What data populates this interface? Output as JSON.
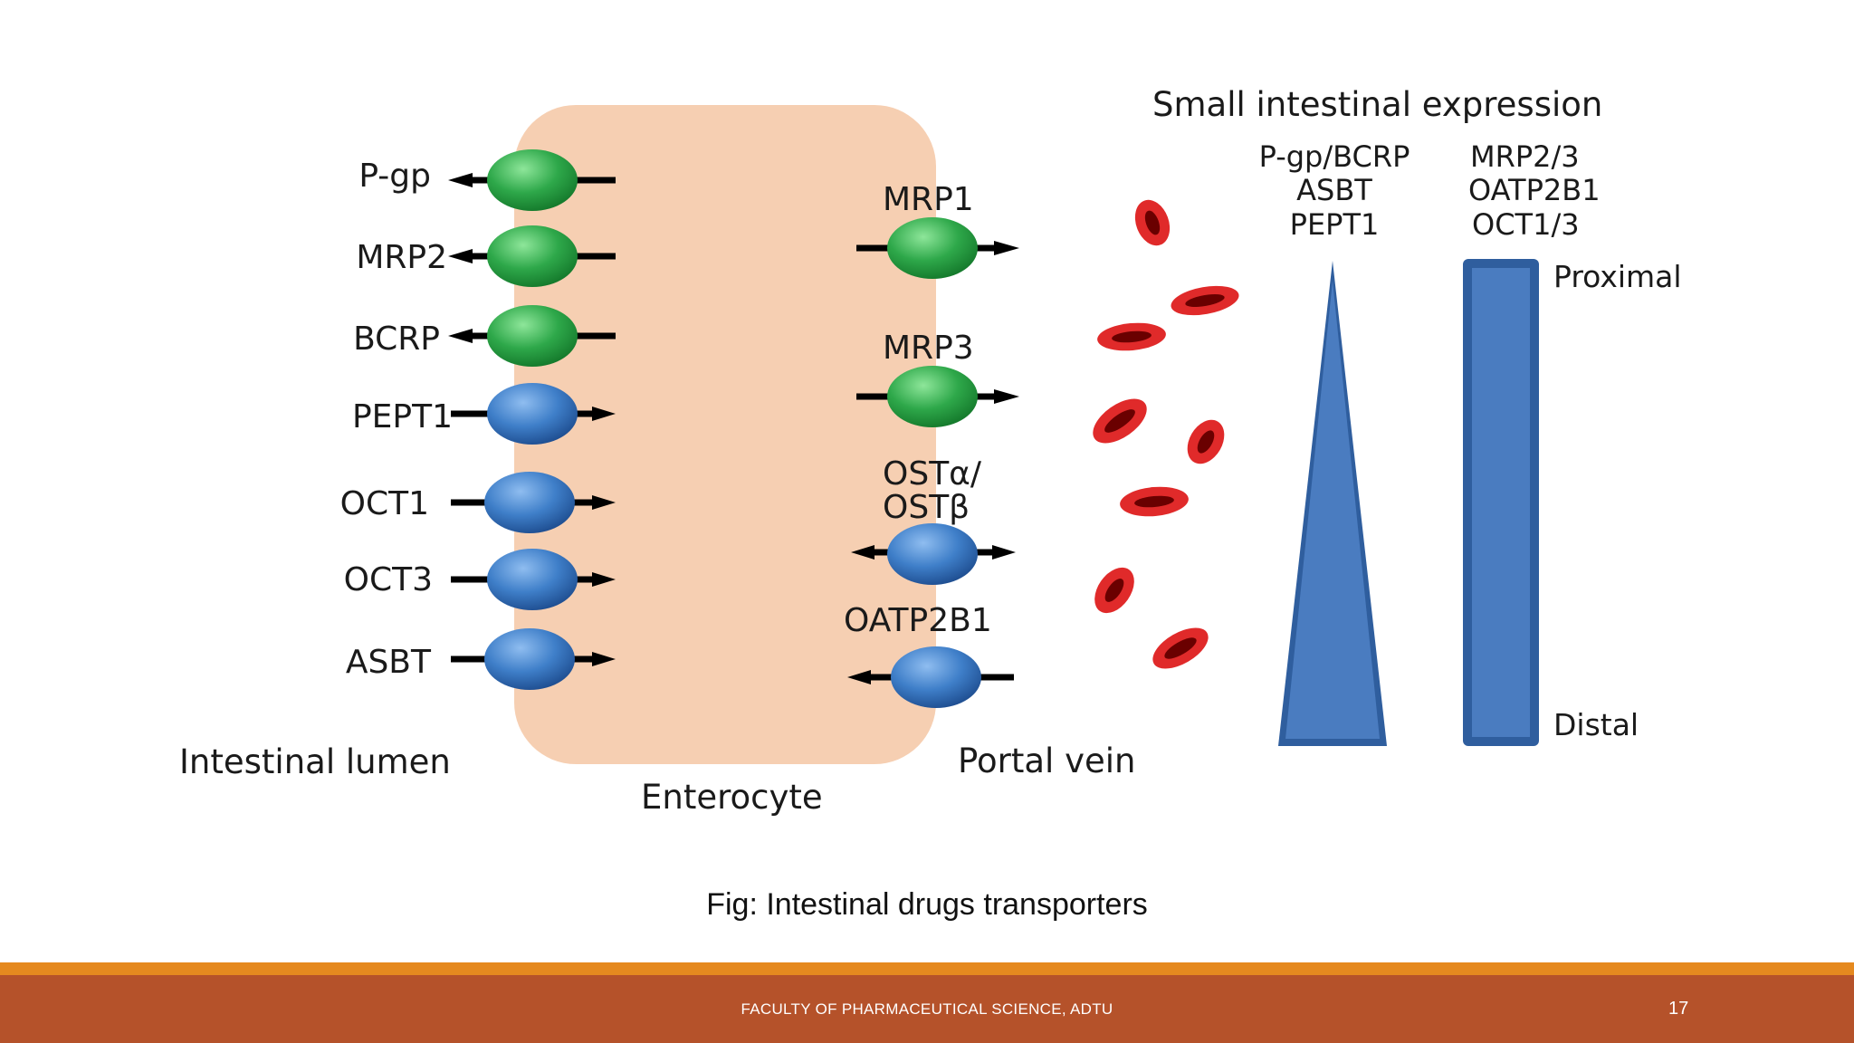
{
  "diagram": {
    "expression_title": "Small intestinal expression",
    "lumen_transporters": [
      {
        "label": "P-gp",
        "color": "green",
        "direction": "out"
      },
      {
        "label": "MRP2",
        "color": "green",
        "direction": "out"
      },
      {
        "label": "BCRP",
        "color": "green",
        "direction": "out"
      },
      {
        "label": "PEPT1",
        "color": "blue",
        "direction": "in"
      },
      {
        "label": "OCT1",
        "color": "blue",
        "direction": "in"
      },
      {
        "label": "OCT3",
        "color": "blue",
        "direction": "in"
      },
      {
        "label": "ASBT",
        "color": "blue",
        "direction": "in"
      }
    ],
    "vein_transporters": [
      {
        "label": "MRP1",
        "color": "green",
        "direction": "out"
      },
      {
        "label": "MRP3",
        "color": "green",
        "direction": "out"
      },
      {
        "label_line1": "OSTα/",
        "label_line2": "OSTβ",
        "color": "blue",
        "direction": "both"
      },
      {
        "label": "OATP2B1",
        "color": "blue",
        "direction": "in"
      }
    ],
    "lumen_label": "Intestinal lumen",
    "cell_label": "Enterocyte",
    "vein_label": "Portal vein",
    "triangle_group": [
      "P-gp/BCRP",
      "ASBT",
      "PEPT1"
    ],
    "bar_group": [
      "MRP2/3",
      "OATP2B1",
      "OCT1/3"
    ],
    "proximal_label": "Proximal",
    "distal_label": "Distal"
  },
  "caption": "Fig: Intestinal drugs transporters",
  "footer": {
    "text": "FACULTY OF PHARMACEUTICAL SCIENCE, ADTU",
    "page_number": "17"
  },
  "colors": {
    "enterocyte": "#f6cfb2",
    "green_transporter": "#2ea84a",
    "blue_transporter": "#3f7fc9",
    "expression_shape": "#4a7cc0",
    "red_blood_cell": "#d42020",
    "footer_bar": "#b5522a",
    "footer_strip": "#e5891f"
  }
}
